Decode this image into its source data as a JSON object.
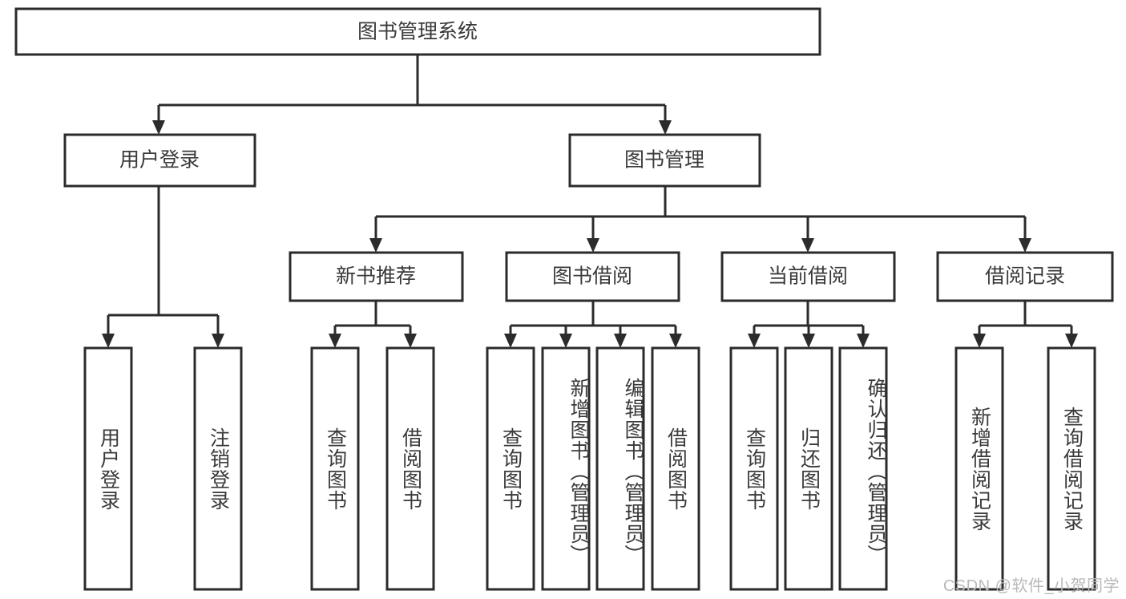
{
  "diagram": {
    "title_node": {
      "label": "图书管理系统"
    },
    "level2": [
      {
        "id": "user-login",
        "label": "用户登录"
      },
      {
        "id": "book-manage",
        "label": "图书管理"
      }
    ],
    "level3": [
      {
        "id": "new-book-recommend",
        "label": "新书推荐"
      },
      {
        "id": "book-borrow",
        "label": "图书借阅"
      },
      {
        "id": "current-borrow",
        "label": "当前借阅"
      },
      {
        "id": "borrow-record",
        "label": "借阅记录"
      }
    ],
    "leaves": {
      "user_login": [
        {
          "id": "leaf-user-login",
          "label": "用户登录"
        },
        {
          "id": "leaf-logout-login",
          "label": "注销登录"
        }
      ],
      "new_book_recommend": [
        {
          "id": "leaf-query-book-1",
          "label": "查询图书"
        },
        {
          "id": "leaf-borrow-book-1",
          "label": "借阅图书"
        }
      ],
      "book_borrow": [
        {
          "id": "leaf-query-book-2",
          "label": "查询图书"
        },
        {
          "id": "leaf-add-book",
          "label": "新增图书（管理员）"
        },
        {
          "id": "leaf-edit-book",
          "label": "编辑图书（管理员）"
        },
        {
          "id": "leaf-borrow-book-2",
          "label": "借阅图书"
        }
      ],
      "current_borrow": [
        {
          "id": "leaf-query-book-3",
          "label": "查询图书"
        },
        {
          "id": "leaf-return-book",
          "label": "归还图书"
        },
        {
          "id": "leaf-confirm-return",
          "label": "确认归还（管理员）"
        }
      ],
      "borrow_record": [
        {
          "id": "leaf-add-record",
          "label": "新增借阅记录"
        },
        {
          "id": "leaf-query-record",
          "label": "查询借阅记录"
        }
      ]
    },
    "watermark": "CSDN @软件_小贺同学",
    "colors": {
      "stroke": "#2b2b2b",
      "text": "#3a3a3a",
      "background": "#ffffff",
      "watermark": "#b9b9b9"
    }
  }
}
